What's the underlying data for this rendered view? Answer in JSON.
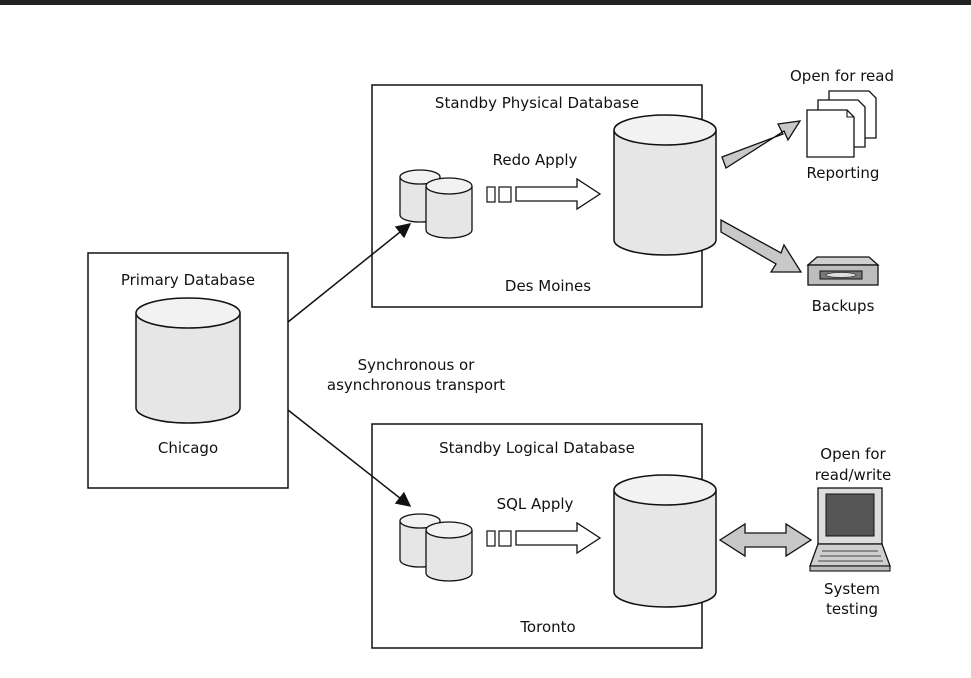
{
  "primary": {
    "title": "Primary Database",
    "location": "Chicago"
  },
  "transport": {
    "line1": "Synchronous or",
    "line2": "asynchronous transport"
  },
  "physical": {
    "title": "Standby Physical Database",
    "apply": "Redo Apply",
    "location": "Des Moines"
  },
  "logical": {
    "title": "Standby Logical Database",
    "apply": "SQL Apply",
    "location": "Toronto"
  },
  "reporting": {
    "caption": "Open for read",
    "label": "Reporting"
  },
  "backups": {
    "label": "Backups"
  },
  "testing": {
    "caption_line1": "Open for",
    "caption_line2": "read/write",
    "label_line1": "System",
    "label_line2": "testing"
  },
  "colors": {
    "cylinder": "#e6e6e6",
    "arrow_fill": "#c8c8c8",
    "stroke": "#111111",
    "top_rule": "#222222"
  }
}
